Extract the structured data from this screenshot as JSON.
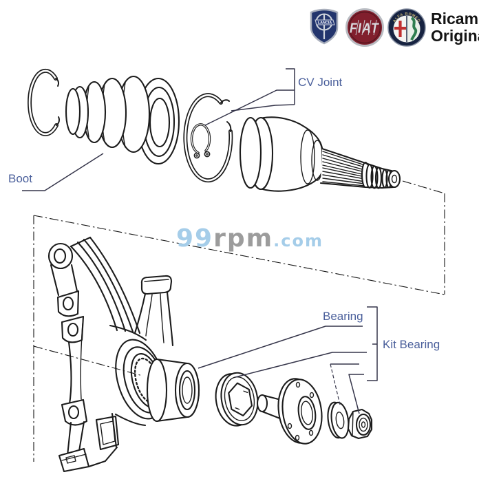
{
  "brand": {
    "lancia_text": "LANCIA",
    "fiat_text": "FIAT",
    "alfa_text": "ALFA ROMEO",
    "title_line1": "Ricambi",
    "title_line2": "Originali"
  },
  "watermark": {
    "prefix": "99",
    "mid": "rpm",
    "suffix": ".com"
  },
  "labels": {
    "cv_joint": "CV Joint",
    "boot": "Boot",
    "bearing": "Bearing",
    "kit_bearing": "Kit Bearing"
  },
  "colors": {
    "label_text": "#4a5f9b",
    "watermark_blue": "#a5cde9",
    "watermark_gray": "#9c9c9c",
    "line_art": "#1c1c1c",
    "leader_line": "#35354a",
    "lancia_navy": "#23356d",
    "fiat_red": "#811f2d",
    "alfa_navy": "#172341",
    "alfa_green": "#2e7d4f",
    "alfa_cross_red": "#c03030",
    "title_text": "#141414"
  }
}
